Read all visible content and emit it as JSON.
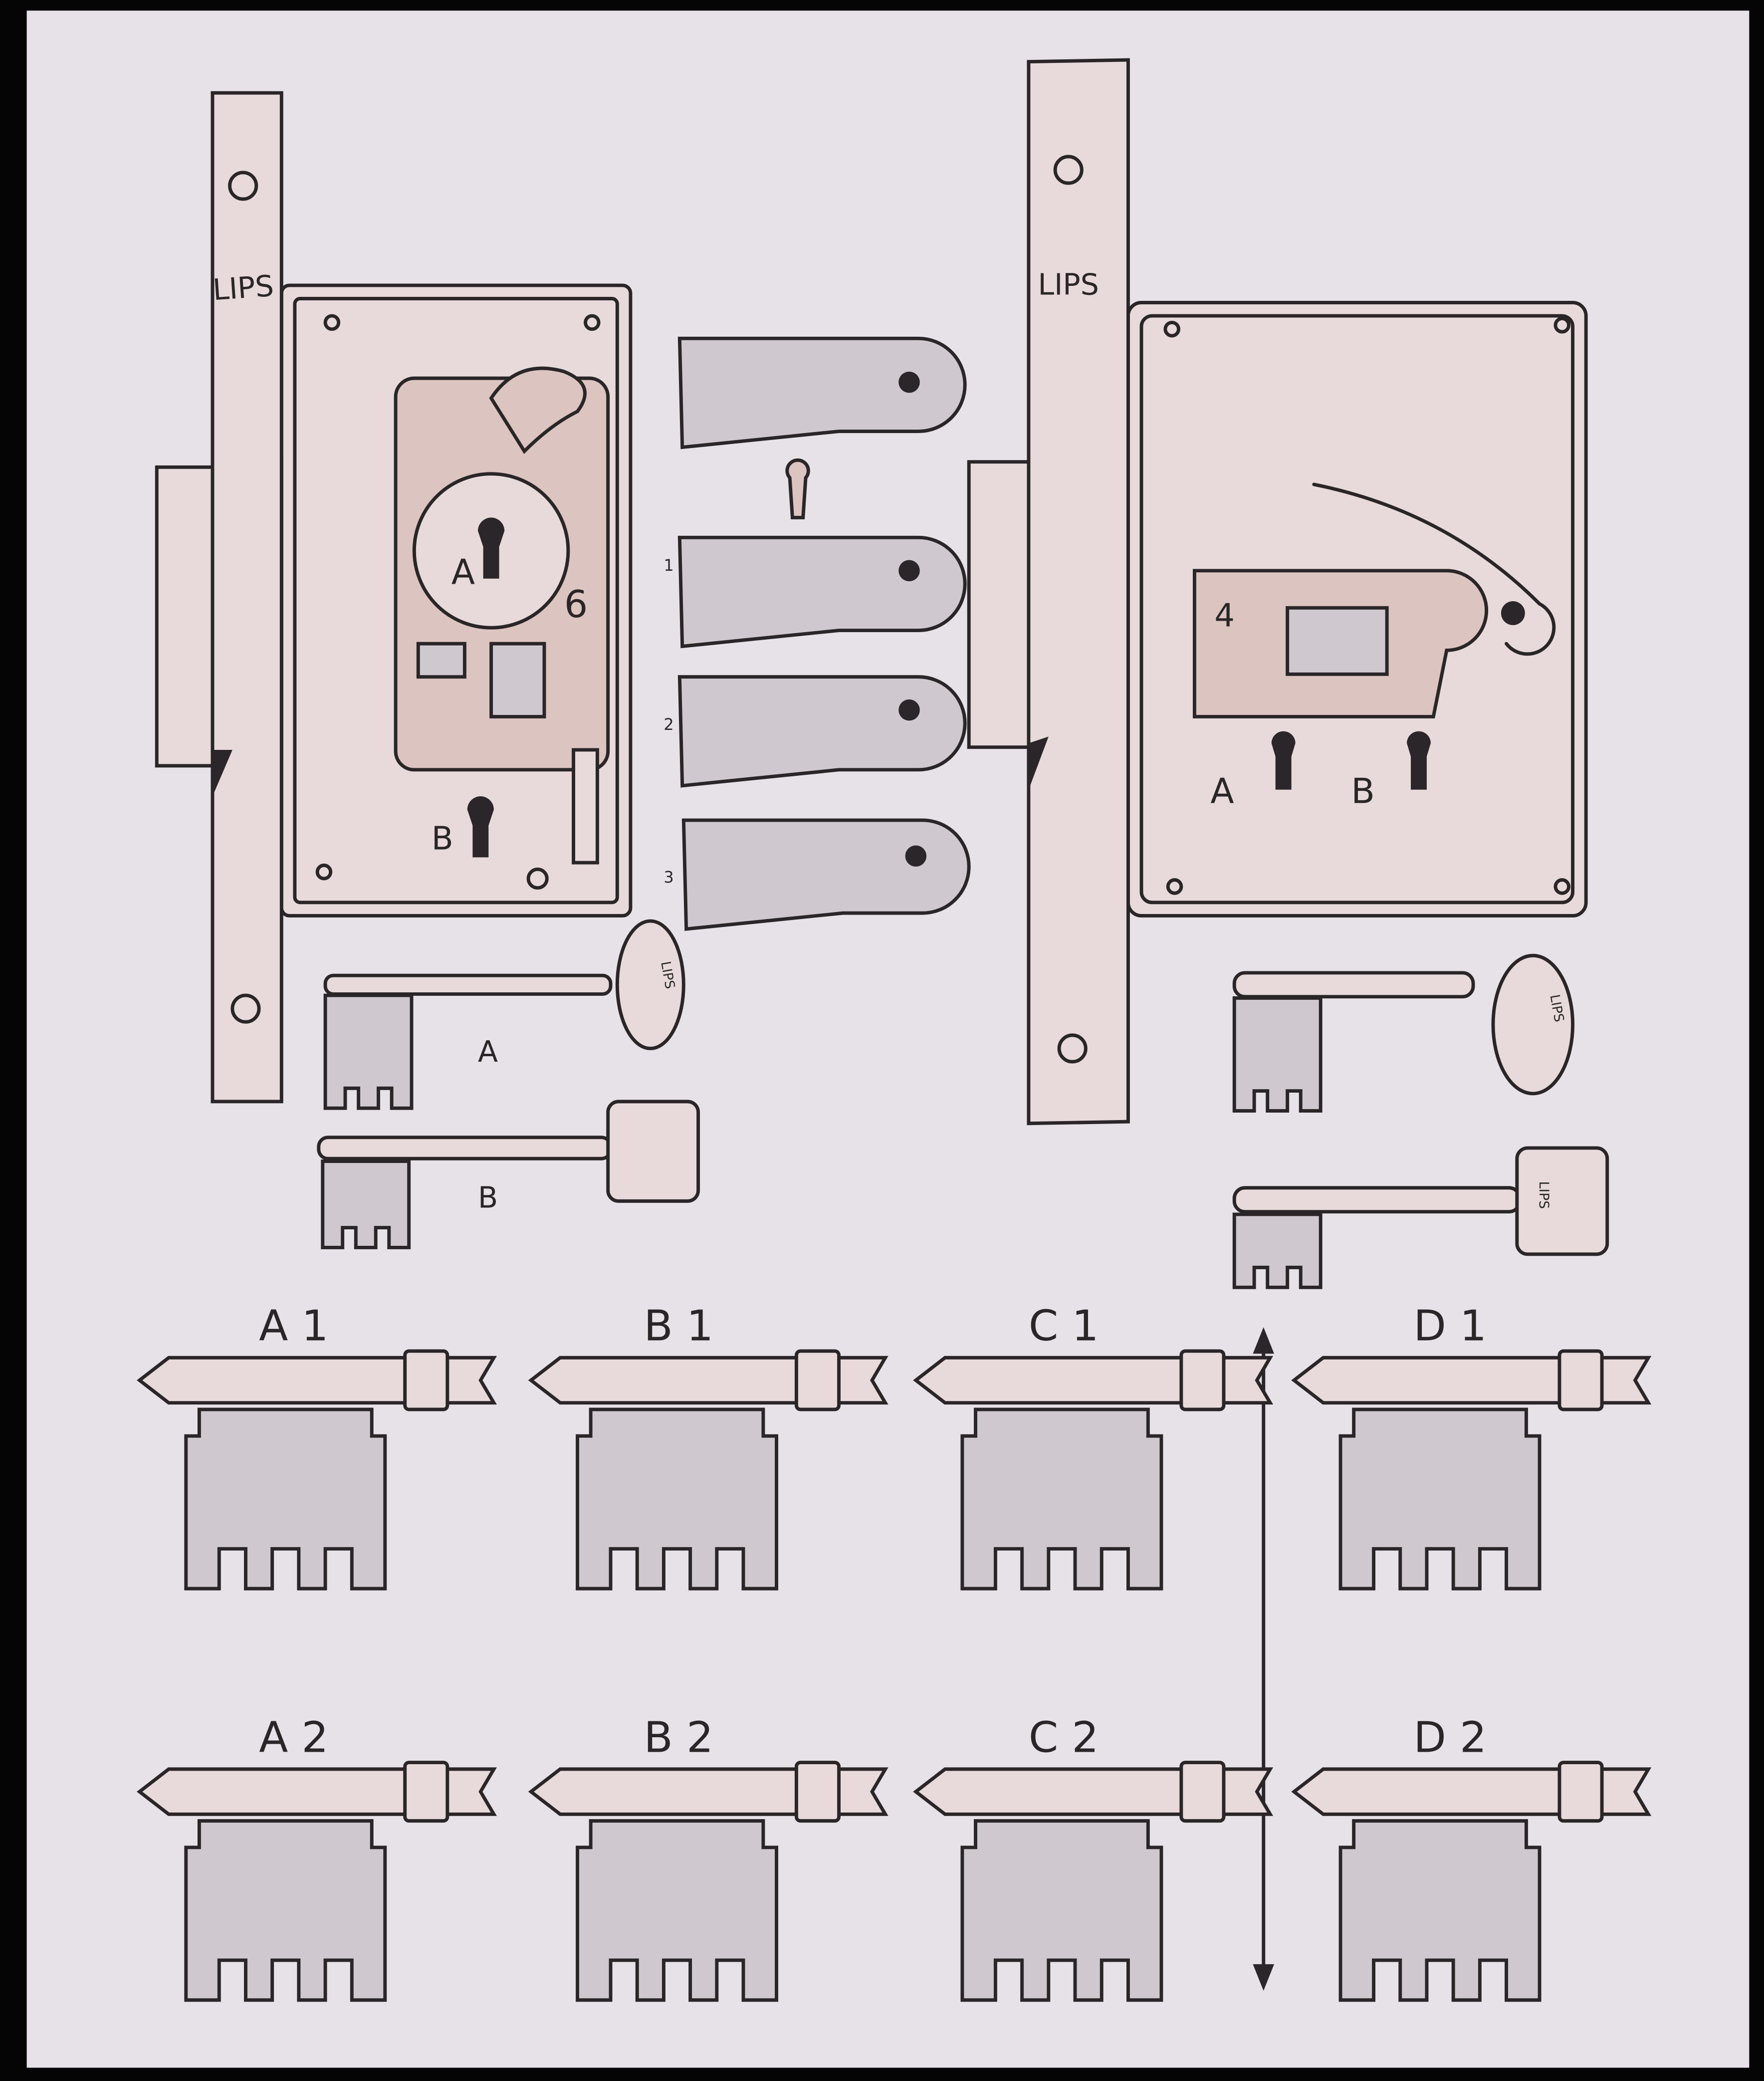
{
  "left_lock": {
    "brand": "LIPS",
    "keyhole_a": "A",
    "keyhole_b": "B",
    "lever_number": "6"
  },
  "levers": {
    "numbers": [
      "1",
      "2",
      "3"
    ]
  },
  "left_keys": {
    "key_a": "A",
    "key_b": "B",
    "bow_text": "LIPS"
  },
  "right_lock": {
    "brand": "LIPS",
    "lever_number": "4",
    "keyhole_a": "A",
    "keyhole_b": "B"
  },
  "right_keys": {
    "bow_text_1": "LIPS",
    "bow_text_2": "LIPS"
  },
  "key_bits": {
    "row1": [
      "A 1",
      "B 1",
      "C 1",
      "D 1"
    ],
    "row2": [
      "A 2",
      "B 2",
      "C 2",
      "D 2"
    ]
  },
  "colors": {
    "paper": "#e6e2e8",
    "ink": "#2a2628",
    "pink": "#dcc4c0",
    "grey": "#cfc9cf"
  }
}
